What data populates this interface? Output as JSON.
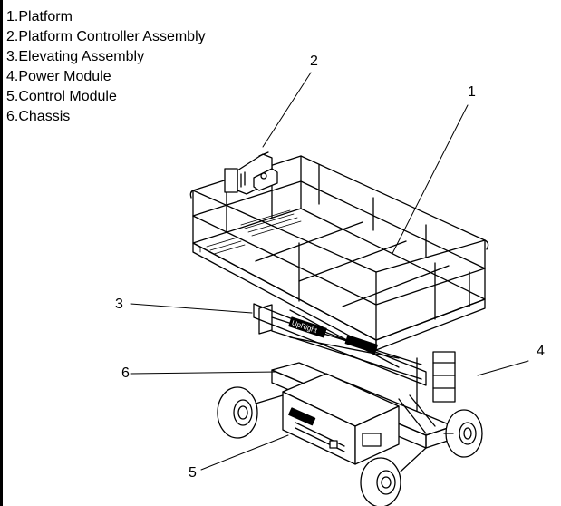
{
  "legend": [
    "1.Platform",
    "2.Platform Controller Assembly",
    "3.Elevating Assembly",
    "4.Power Module",
    "5.Control Module",
    "6.Chassis"
  ],
  "callouts": [
    "1",
    "2",
    "3",
    "4",
    "5",
    "6"
  ],
  "brand_text": "UpRight"
}
